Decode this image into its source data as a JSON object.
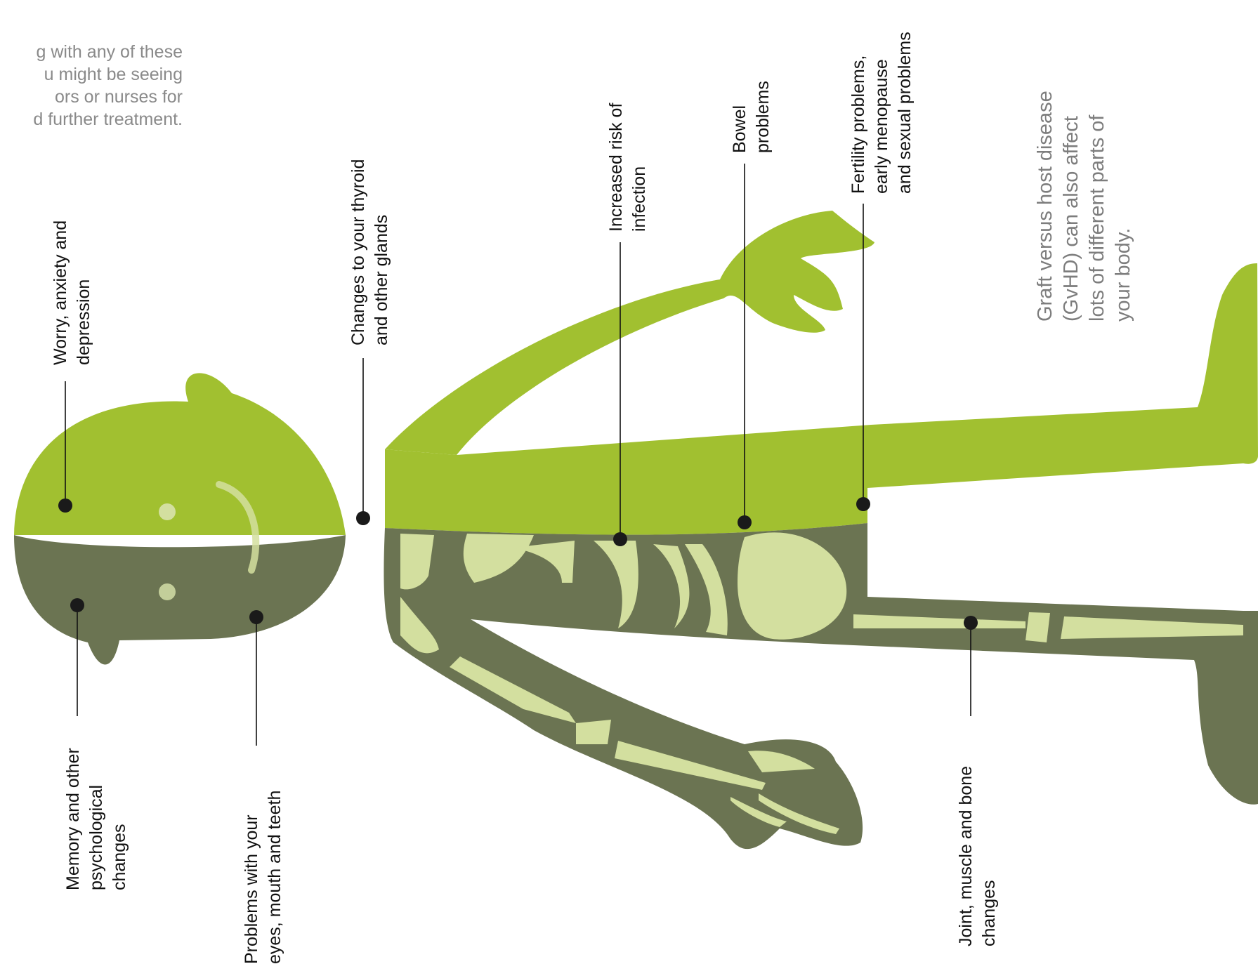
{
  "intro_text": "g with any of these u might be seeing ors or nurses for d further treatment.",
  "intro_lines": [
    "g with any of these",
    "u might be seeing",
    "ors or nurses for",
    "d further treatment."
  ],
  "gvhd_note": [
    "Graft versus host disease",
    "(GvHD) can also affect",
    "lots of different parts of",
    "your body."
  ],
  "labels": {
    "worry": [
      "Worry, anxiety and",
      "depression"
    ],
    "memory": [
      "Memory and other",
      "psychological",
      "changes"
    ],
    "eyes": [
      "Problems with your",
      "eyes, mouth and teeth"
    ],
    "thyroid": [
      "Changes to your thyroid",
      "and other glands"
    ],
    "infection": [
      "Increased risk of",
      "infection"
    ],
    "bowel": [
      "Bowel",
      "problems"
    ],
    "fertility": [
      "Fertility problems,",
      "early menopause",
      "and sexual problems"
    ],
    "joint": [
      "Joint, muscle and bone",
      "changes"
    ]
  },
  "colors": {
    "body_green": "#a1c030",
    "skeleton_dark": "#6b7452",
    "bone_light": "#d3df9f",
    "marker": "#1a1a1a",
    "note_grey": "#7d7d7d"
  }
}
